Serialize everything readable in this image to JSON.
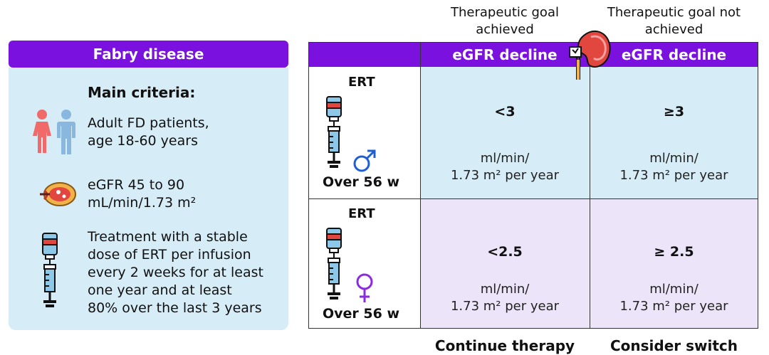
{
  "left_panel": {
    "title": "Fabry disease",
    "main_criteria": "Main criteria:",
    "criteria": [
      {
        "icon": "people-icon",
        "lines": [
          "Adult FD patients,",
          "age 18-60 years"
        ]
      },
      {
        "icon": "kidney-section-icon",
        "lines": [
          "eGFR 45 to 90",
          "mL/min/1.73 m²"
        ]
      },
      {
        "icon": "syringe-iv-icon",
        "lines": [
          "Treatment with a stable",
          "dose of ERT per infusion",
          "every 2 weeks for at least",
          "one year and at least",
          "80% over the last 3 years"
        ]
      }
    ]
  },
  "grid": {
    "col_top_labels": [
      [
        "Therapeutic goal",
        "achieved"
      ],
      [
        "Therapeutic goal not",
        "achieved"
      ]
    ],
    "col_headers": [
      "eGFR decline",
      "eGFR decline"
    ],
    "rows": [
      {
        "treatment": "ERT",
        "duration": "Over 56 w",
        "sex_icon": "male-symbol-icon",
        "values": [
          "<3",
          "≥3"
        ],
        "unit_lines": [
          "ml/min/",
          "1.73 m² per year"
        ]
      },
      {
        "treatment": "ERT",
        "duration": "Over 56 w",
        "sex_icon": "female-symbol-icon",
        "values": [
          "<2.5",
          "≥ 2.5"
        ],
        "unit_lines": [
          "ml/min/",
          "1.73 m² per year"
        ]
      }
    ],
    "footers": [
      "Continue therapy",
      "Consider switch"
    ]
  },
  "colors": {
    "purple": "#7b11df",
    "light_blue": "#d6ecf7",
    "light_lavender": "#ece4f8",
    "male_blue": "#1e5fd6",
    "female_purple": "#8a2be2"
  }
}
